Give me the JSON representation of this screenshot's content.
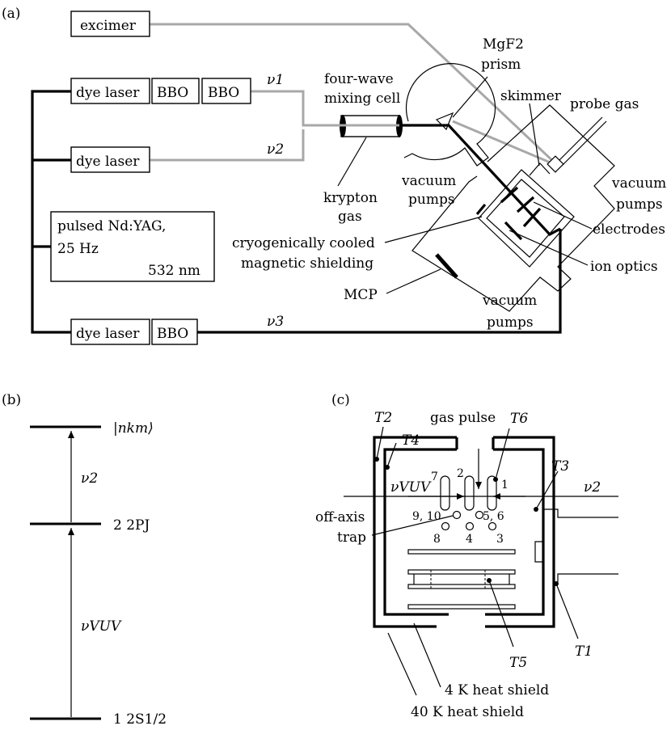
{
  "panel_a": {
    "tag": "(a)",
    "excimer": "excimer",
    "dye_laser_1": "dye laser",
    "bbo_1": "BBO",
    "bbo_2": "BBO",
    "dye_laser_2": "dye laser",
    "ndyag_line1": "pulsed Nd:YAG,",
    "ndyag_line2": "25 Hz",
    "ndyag_line3": "532 nm",
    "dye_laser_3": "dye laser",
    "bbo_3": "BBO",
    "nu1": "ν1",
    "nu2": "ν2",
    "nu3": "ν3",
    "four_wave_1": "four-wave",
    "four_wave_2": "mixing cell",
    "mgf2_1": "MgF2",
    "mgf2_2": "prism",
    "skimmer": "skimmer",
    "probe_gas": "probe gas",
    "krypton_1": "krypton",
    "krypton_2": "gas",
    "vacuum_pumps_1a": "vacuum",
    "vacuum_pumps_1b": "pumps",
    "vacuum_pumps_2a": "vacuum",
    "vacuum_pumps_2b": "pumps",
    "vacuum_pumps_3a": "vacuum",
    "vacuum_pumps_3b": "pumps",
    "electrodes": "electrodes",
    "cryo_1": "cryogenically cooled",
    "cryo_2": "magnetic shielding",
    "ion_optics": "ion optics",
    "mcp": "MCP"
  },
  "panel_b": {
    "tag": "(b)",
    "level_top": "|nkm⟩",
    "level_mid": "2 2PJ",
    "level_bottom": "1 2S1/2",
    "nu2": "ν2",
    "nu_vuv": "νVUV"
  },
  "panel_c": {
    "tag": "(c)",
    "T2": "T2",
    "T4": "T4",
    "T6": "T6",
    "T3": "T3",
    "T1": "T1",
    "T5": "T5",
    "gas_pulse": "gas pulse",
    "nu_vuv": "νVUV",
    "nu2": "ν2",
    "off_axis_1": "off-axis",
    "off_axis_2": "trap",
    "n7": "7",
    "n2": "2",
    "n1": "1",
    "n910": "9, 10",
    "n56": "5, 6",
    "n8": "8",
    "n4": "4",
    "n3": "3",
    "heat4k": "4 K heat shield",
    "heat40k": "40 K heat shield"
  }
}
